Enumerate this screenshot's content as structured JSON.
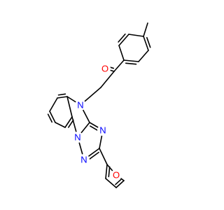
{
  "colors": {
    "background": "#ffffff",
    "bond": "#000000",
    "N": "#0000ff",
    "O": "#ff0000"
  },
  "atom_labels": {
    "o_carbonyl": "O",
    "n4": "N",
    "n_a": "N",
    "n_b": "N",
    "n_c": "N",
    "o_furan": "O"
  }
}
